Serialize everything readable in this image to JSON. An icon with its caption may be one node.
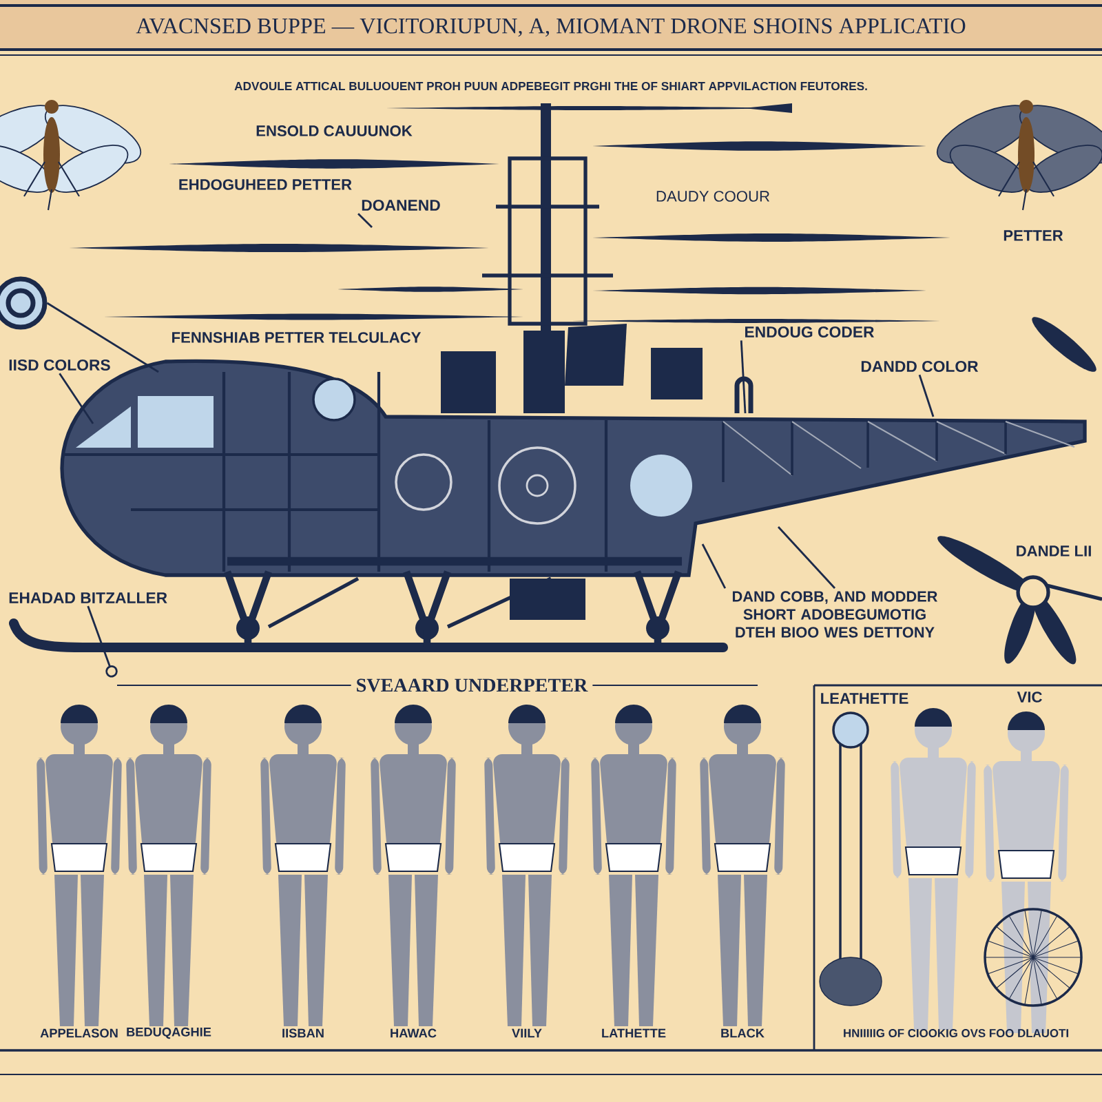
{
  "diagram": {
    "title": "AVACNSED BUPPE — VICITORIUPUN, A, MIOMANT DRONE SHOINS APPLICATIO",
    "nodes": [
      {
        "text": [],
        "shape": "picture"
      },
      {
        "text": [
          "IISD COLORS"
        ]
      },
      {
        "text": [
          "DOANEND"
        ]
      },
      {
        "text": [
          "ENDOUG CODER"
        ]
      },
      {
        "text": [
          "DANDD COLOR"
        ]
      },
      {
        "text": [
          "EHADAD BITZALLER"
        ]
      },
      {
        "text": [
          "DAND COBB, AND MODDER SHORT ADOBEGUMOTIG DTEH BIOO WES DETTONY"
        ]
      }
    ],
    "edges": [
      {
        "from": 0,
        "to": null,
        "arrow": "none"
      },
      {
        "from": 1,
        "to": null,
        "arrow": "none"
      },
      {
        "from": 2,
        "to": null,
        "arrow": "none"
      },
      {
        "from": 3,
        "to": null,
        "arrow": "none"
      },
      {
        "from": 4,
        "to": null,
        "arrow": "none"
      },
      {
        "from": 5,
        "to": null,
        "arrow": "other"
      },
      {
        "from": 6,
        "to": null,
        "arrow": "none"
      },
      {
        "from": 6,
        "to": null,
        "arrow": "none"
      }
    ],
    "labels": [
      "ADVOULE ATTICAL BULUOUENT PROH PUUN ADPEBEGIT PRGHI THE OF SHIART APPVILACTION FEUTORES.",
      "ENSOLD CAUUUNOK",
      "EHDOGUHEED PETTER",
      "DAUDY COOUR",
      "PETTER",
      "FENNSHIAB PETTER TELCULACY",
      "DANDE LII",
      "SVEAARD UNDERPETER",
      "LEATHETTE",
      "VIC",
      "APPELASON",
      "BEDUQAGHIE",
      "IISBAN",
      "HAWAC",
      "VIILY",
      "LATHETTE",
      "BLACK",
      "HNIIIIIG OF CIOOKIG OVS FOO DLAUOTI"
    ]
  }
}
